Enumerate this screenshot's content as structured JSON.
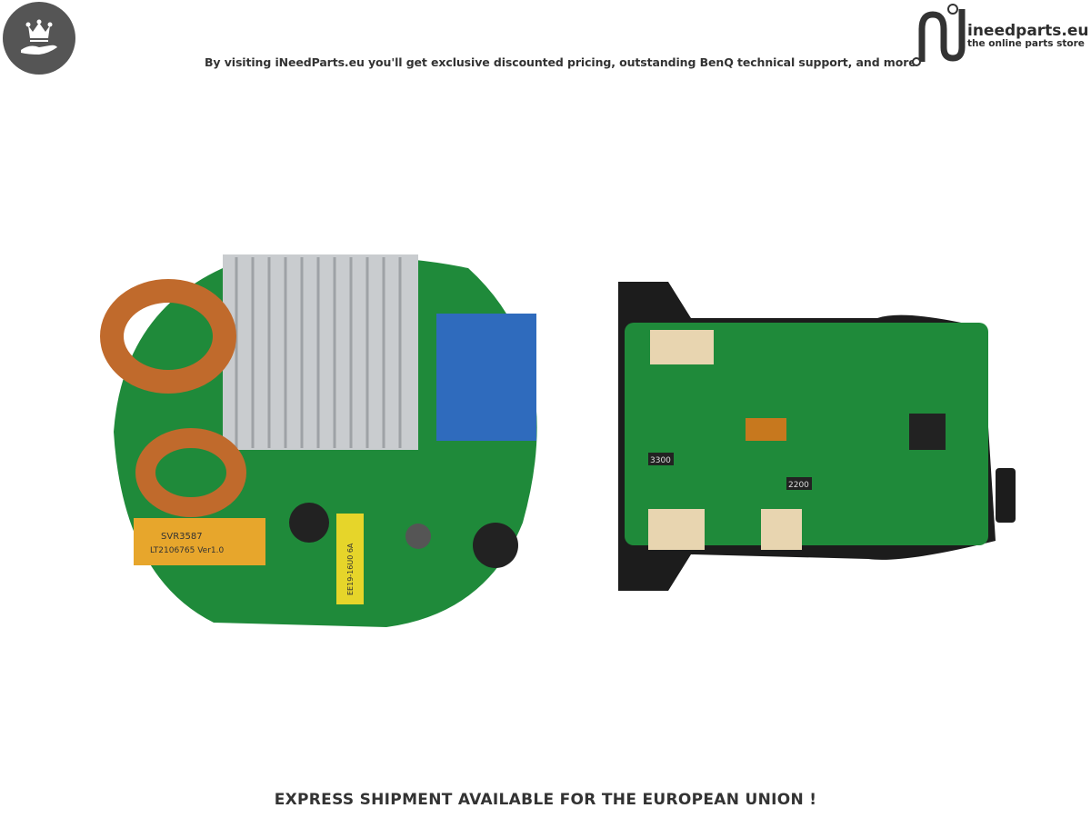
{
  "header": {
    "tagline": "By visiting iNeedParts.eu you'll get exclusive discounted pricing, outstanding BenQ technical support, and more",
    "badge_icon": "crown-hand-icon",
    "logo": {
      "name": "ineedparts.eu",
      "subtitle": "the online parts store"
    }
  },
  "product": {
    "left_board_labels": [
      "SVR3587",
      "LT2106765 Ver1.0",
      "EE19-16U0 6A"
    ],
    "right_board_labels": [
      "3300",
      "2200"
    ]
  },
  "footer": {
    "text": "EXPRESS SHIPMENT AVAILABLE FOR THE EUROPEAN UNION !"
  },
  "colors": {
    "pcb": "#1f8a3a",
    "heatsink": "#c9cccf",
    "housing": "#1c1c1c",
    "text": "#333333"
  }
}
